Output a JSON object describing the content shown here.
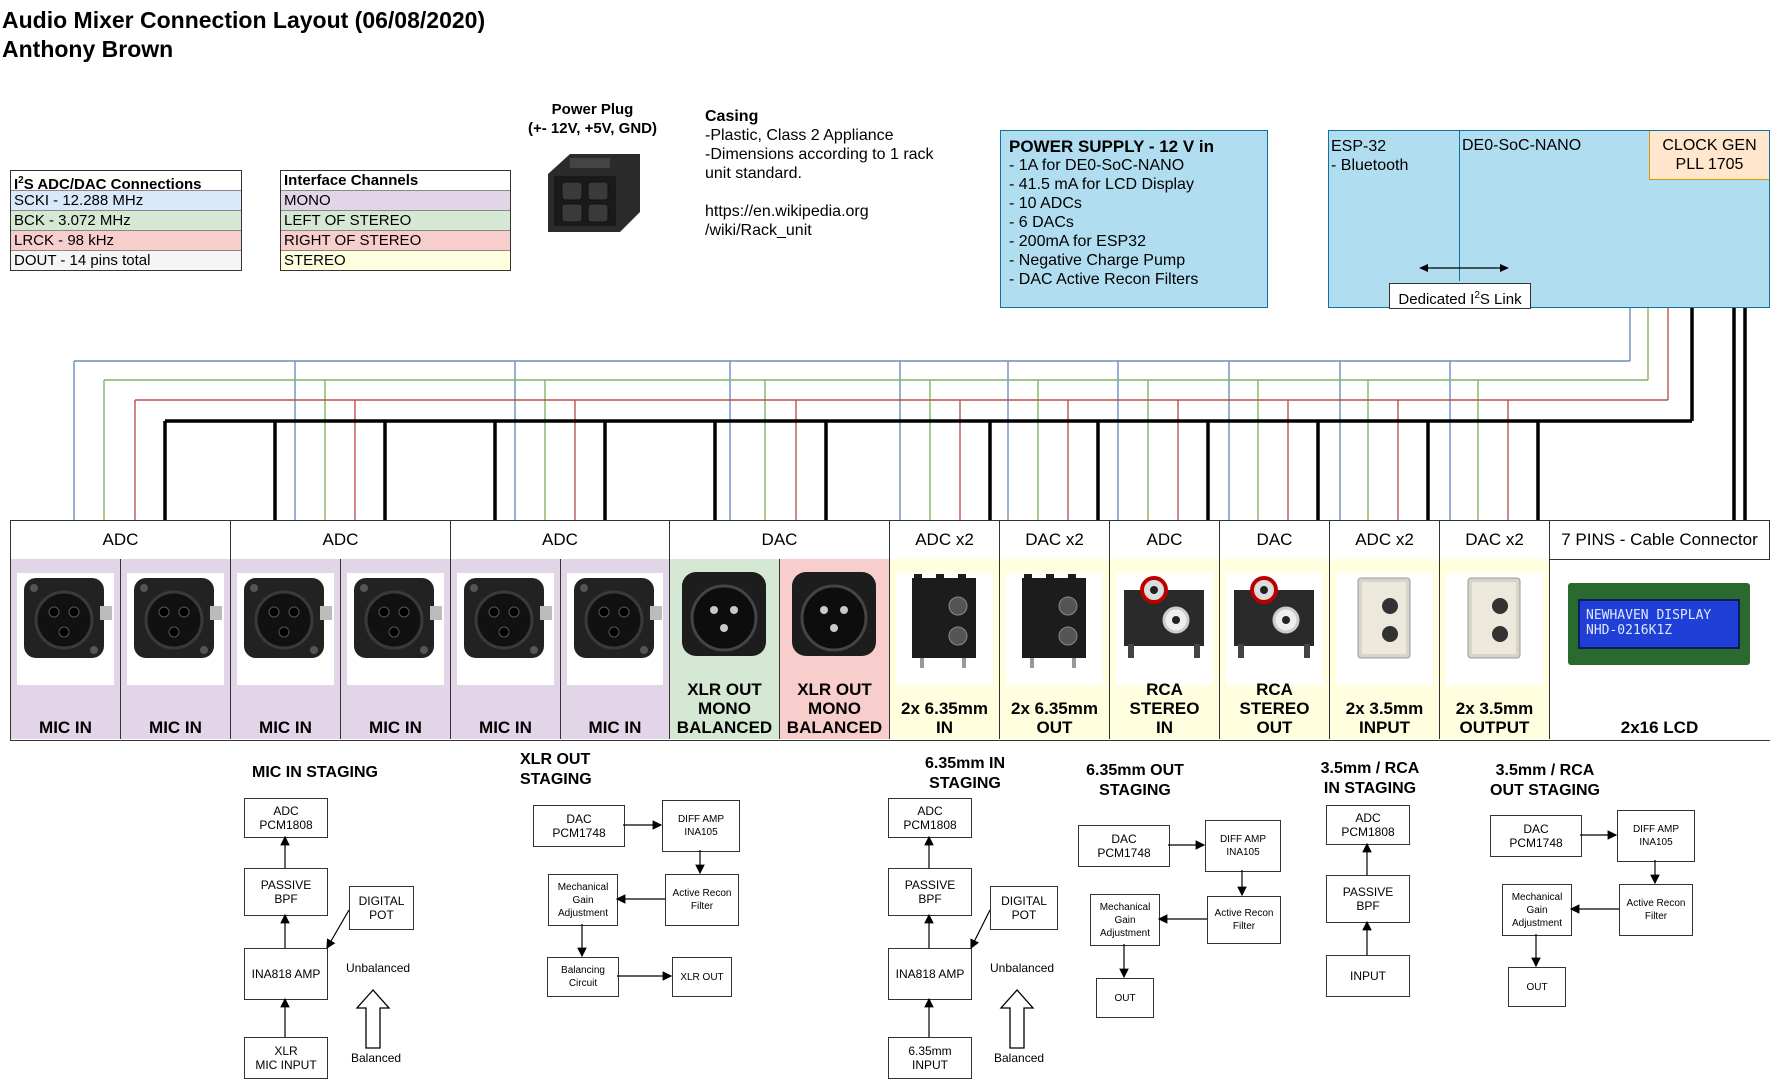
{
  "title": {
    "line1": "Audio Mixer Connection Layout (06/08/2020)",
    "line2": "Anthony Brown"
  },
  "i2s_legend": {
    "heading_sup": "2",
    "heading_pre": "I",
    "heading_post": "S ADC/DAC Connections",
    "rows": [
      "SCKI - 12.288 MHz",
      "BCK - 3.072 MHz",
      "LRCK - 98 kHz",
      "DOUT - 14 pins total"
    ]
  },
  "interface_legend": {
    "heading": "Interface Channels",
    "rows": [
      "MONO",
      "LEFT OF STEREO",
      "RIGHT OF STEREO",
      "STEREO"
    ]
  },
  "power_plug": {
    "line1": "Power Plug",
    "line2": "(+- 12V, +5V, GND)"
  },
  "casing": {
    "heading": "Casing",
    "lines": [
      "-Plastic, Class 2 Appliance",
      "-Dimensions according to 1 rack",
      "unit standard.",
      "",
      "https://en.wikipedia.org",
      "/wiki/Rack_unit"
    ]
  },
  "power_supply": {
    "heading": "POWER SUPPLY - 12 V in",
    "lines": [
      "- 1A for DE0-SoC-NANO",
      "- 41.5 mA for LCD Display",
      "- 10 ADCs",
      "- 6 DACs",
      "- 200mA for ESP32",
      "- Negative Charge Pump",
      "- DAC Active Recon Filters"
    ]
  },
  "controller": {
    "esp_line1": "ESP-32",
    "esp_line2": "- Bluetooth",
    "de0": "DE0-SoC-NANO",
    "clock_line1": "CLOCK GEN",
    "clock_line2": "PLL 1705",
    "link_pre": "Dedicated I",
    "link_sup": "2",
    "link_post": "S Link"
  },
  "headers": [
    "ADC",
    "ADC",
    "ADC",
    "DAC",
    "ADC x2",
    "DAC x2",
    "ADC",
    "DAC",
    "ADC x2",
    "DAC x2",
    "7 PINS - Cable Connector"
  ],
  "cells": [
    {
      "label": "MIC IN",
      "icon": "xlr-female-icon"
    },
    {
      "label": "MIC IN",
      "icon": "xlr-female-icon"
    },
    {
      "label": "MIC IN",
      "icon": "xlr-female-icon"
    },
    {
      "label": "MIC IN",
      "icon": "xlr-female-icon"
    },
    {
      "label": "MIC IN",
      "icon": "xlr-female-icon"
    },
    {
      "label": "MIC IN",
      "icon": "xlr-female-icon"
    },
    {
      "label": "XLR OUT\nMONO\nBALANCED",
      "icon": "xlr-male-icon"
    },
    {
      "label": "XLR OUT\nMONO\nBALANCED",
      "icon": "xlr-male-icon"
    },
    {
      "label": "2x 6.35mm\nIN",
      "icon": "jack-635-icon"
    },
    {
      "label": "2x 6.35mm\nOUT",
      "icon": "jack-635-icon"
    },
    {
      "label": "RCA STEREO\nIN",
      "icon": "rca-icon"
    },
    {
      "label": "RCA STEREO\nOUT",
      "icon": "rca-icon"
    },
    {
      "label": "2x 3.5mm\nINPUT",
      "icon": "jack-35-icon"
    },
    {
      "label": "2x 3.5mm\nOUTPUT",
      "icon": "jack-35-icon"
    },
    {
      "label": "2x16 LCD",
      "icon": "lcd-icon"
    }
  ],
  "lcd_text": {
    "line1": "NEWHAVEN DISPLAY",
    "line2": "NHD-0216K1Z"
  },
  "staging": {
    "mic_in": {
      "title": "MIC IN STAGING",
      "adc": "ADC\nPCM1808",
      "bpf": "PASSIVE\nBPF",
      "pot": "DIGITAL\nPOT",
      "amp": "INA818 AMP",
      "input": "XLR\nMIC INPUT",
      "unbal": "Unbalanced",
      "bal": "Balanced"
    },
    "xlr_out": {
      "title": "XLR OUT\nSTAGING",
      "dac": "DAC\nPCM1748",
      "diff": "DIFF AMP\nINA105",
      "mech": "Mechanical\nGain\nAdjustment",
      "recon": "Active Recon\nFilter",
      "bal": "Balancing\nCircuit",
      "out": "XLR OUT"
    },
    "in635": {
      "title": "6.35mm IN\nSTAGING",
      "adc": "ADC\nPCM1808",
      "bpf": "PASSIVE\nBPF",
      "pot": "DIGITAL\nPOT",
      "amp": "INA818 AMP",
      "input": "6.35mm\nINPUT",
      "unbal": "Unbalanced",
      "bal": "Balanced"
    },
    "out635": {
      "title": "6.35mm OUT\nSTAGING",
      "dac": "DAC\nPCM1748",
      "diff": "DIFF AMP\nINA105",
      "mech": "Mechanical\nGain\nAdjustment",
      "recon": "Active Recon\nFilter",
      "out": "OUT"
    },
    "rca_in": {
      "title": "3.5mm / RCA\nIN STAGING",
      "adc": "ADC\nPCM1808",
      "bpf": "PASSIVE\nBPF",
      "input": "INPUT"
    },
    "rca_out": {
      "title": "3.5mm / RCA\nOUT STAGING",
      "dac": "DAC\nPCM1748",
      "diff": "DIFF AMP\nINA105",
      "mech": "Mechanical\nGain\nAdjustment",
      "recon": "Active Recon\nFilter",
      "out": "OUT"
    }
  },
  "colors": {
    "blue_wire": "#6c8ebf",
    "green_wire": "#82b366",
    "red_wire": "#b85450",
    "black_wire": "#000000",
    "ps_fill": "#b1ddf0",
    "clock_fill": "#ffe6cc"
  }
}
